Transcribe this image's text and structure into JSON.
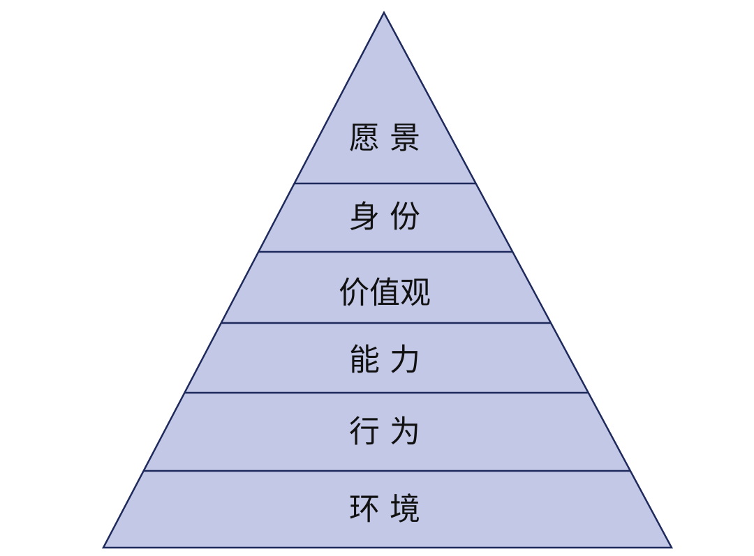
{
  "diagram": {
    "type": "pyramid",
    "colors": {
      "fill": "#c3c8e6",
      "stroke": "#1f2a5c",
      "text": "#111111",
      "background": "#ffffff"
    },
    "levels": [
      {
        "label": "愿 景"
      },
      {
        "label": "身 份"
      },
      {
        "label": "价值观"
      },
      {
        "label": "能 力"
      },
      {
        "label": "行 为"
      },
      {
        "label": "环 境"
      }
    ]
  }
}
